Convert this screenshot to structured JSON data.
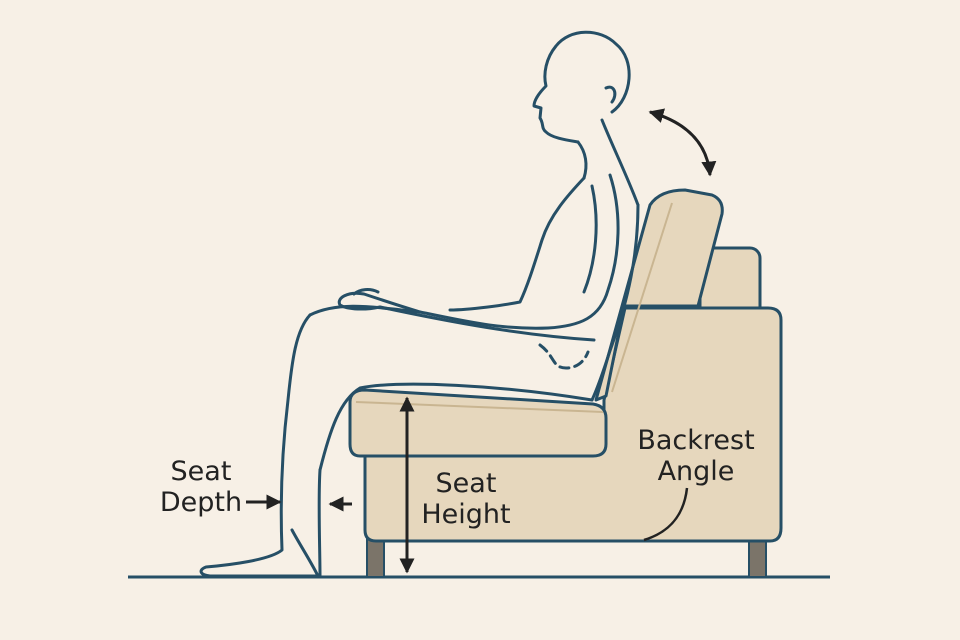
{
  "labels": {
    "seat_depth": [
      "Seat",
      "Depth"
    ],
    "seat_height": [
      "Seat",
      "Height"
    ],
    "backrest_angle": [
      "Backrest",
      "Angle"
    ]
  },
  "colors": {
    "background": "#f7f0e6",
    "outline": "#264f66",
    "sofa_fill": "#e6d7bd",
    "sofa_highlight": "#c9b591",
    "legs": "#7b7469",
    "arrow": "#222222"
  }
}
